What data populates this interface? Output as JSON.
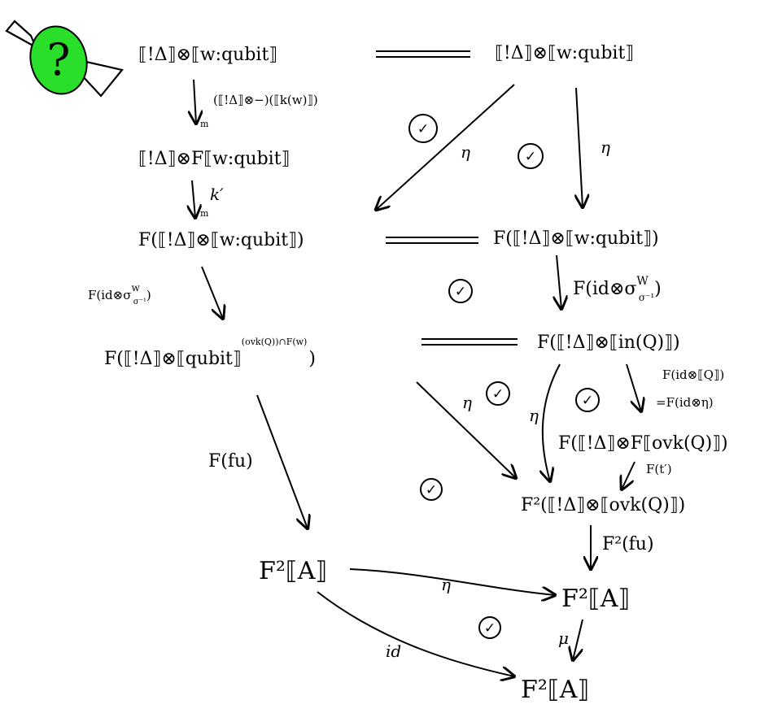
{
  "nodes": {
    "top_left": "⟦!Δ⟧⊗⟦w:qubit⟧",
    "top_right": "⟦!Δ⟧⊗⟦w:qubit⟧",
    "second_left": "⟦!Δ⟧⊗F⟦w:qubit⟧",
    "third_left": "F(⟦!Δ⟧⊗⟦w:qubit⟧)",
    "third_right": "F(⟦!Δ⟧⊗⟦w:qubit⟧)",
    "fourth_left_main": "F(⟦!Δ⟧⊗⟦qubit⟧",
    "fourth_left_sup": "(ovk(Q))∩F(w)",
    "fourth_left_close": ")",
    "fourth_right": "F(⟦!Δ⟧⊗⟦in(Q)⟧)",
    "fifth_right": "F(⟦!Δ⟧⊗F⟦ovk(Q)⟧)",
    "sixth_right": "F²(⟦!Δ⟧⊗⟦ovk(Q)⟧)",
    "f2A_left": "F²⟦A⟧",
    "f2A_right": "F²⟦A⟧",
    "f2A_bottom": "F²⟦A⟧"
  },
  "labels": {
    "equals": "=",
    "tensor_arrow": "(⟦!Δ⟧⊗−)(⟦k(w)⟧)",
    "tensor_arrow_sub": "m",
    "k_prime": "k′",
    "k_prime_sub": "m",
    "eta": "η",
    "f_id_sigma_left_main": "F(id⊗σ",
    "f_id_sigma_left_sup": "w",
    "f_id_sigma_left_sub": "σ⁻¹",
    "f_id_sigma_left_close": ")",
    "f_id_sigma_right_main": "F(id⊗σ",
    "f_id_sigma_right_sup": "W",
    "f_id_sigma_right_sub": "σ⁻¹",
    "f_id_sigma_right_close": ")",
    "f_id_q_line1": "F(id⊗⟦Q⟧)",
    "f_id_q_line2": "=F(id⊗η)",
    "f_t_prime": "F(t′)",
    "f_fu": "F(fu)",
    "f2_fu": "F²(fu)",
    "mu": "μ",
    "id": "id",
    "check": "✓"
  },
  "badge": {
    "symbol": "?",
    "color": "#2adf2a"
  }
}
